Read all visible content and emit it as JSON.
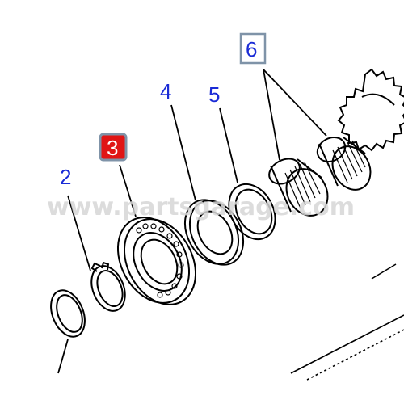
{
  "labels": {
    "part2": "2",
    "part3": "3",
    "part4": "4",
    "part5": "5",
    "part6": "6"
  },
  "watermark": "www.partsgarage.com",
  "colors": {
    "label_blue": "#1a2bd6",
    "highlight_red": "#e01515",
    "box_border": "#7f93a8",
    "line": "#000000",
    "watermark": "#d0d0d0"
  }
}
